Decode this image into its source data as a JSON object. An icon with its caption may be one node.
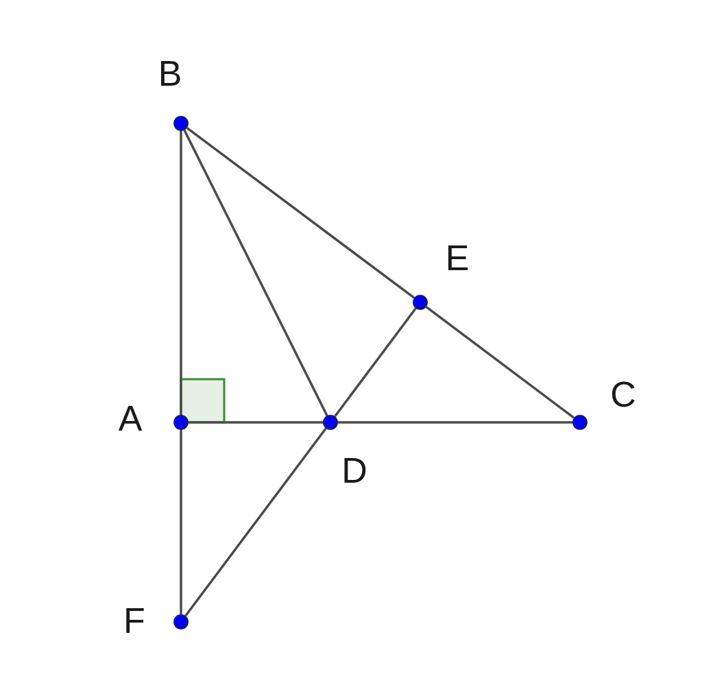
{
  "diagram": {
    "nodes": [
      {
        "text": [],
        "shape": "circle",
        "beside": [
          "B"
        ]
      },
      {
        "text": [],
        "shape": "circle",
        "beside": [
          "E"
        ]
      },
      {
        "text": [],
        "shape": "circle",
        "beside": [
          "A"
        ]
      },
      {
        "text": [],
        "shape": "circle",
        "beside": [
          "D"
        ]
      },
      {
        "text": [],
        "shape": "circle",
        "beside": [
          "C"
        ]
      },
      {
        "text": [],
        "shape": "circle",
        "beside": [
          "F"
        ]
      }
    ],
    "edges": [
      {
        "from": 0,
        "to": 2,
        "arrow": "none"
      },
      {
        "from": 2,
        "to": 5,
        "arrow": "none"
      },
      {
        "from": 0,
        "to": 1,
        "arrow": "none"
      },
      {
        "from": 1,
        "to": 4,
        "arrow": "none"
      },
      {
        "from": 2,
        "to": 3,
        "arrow": "none"
      },
      {
        "from": 3,
        "to": 4,
        "arrow": "none"
      },
      {
        "from": 0,
        "to": 3,
        "arrow": "none"
      },
      {
        "from": 1,
        "to": 3,
        "arrow": "none"
      },
      {
        "from": 3,
        "to": 5,
        "arrow": "none"
      }
    ]
  }
}
